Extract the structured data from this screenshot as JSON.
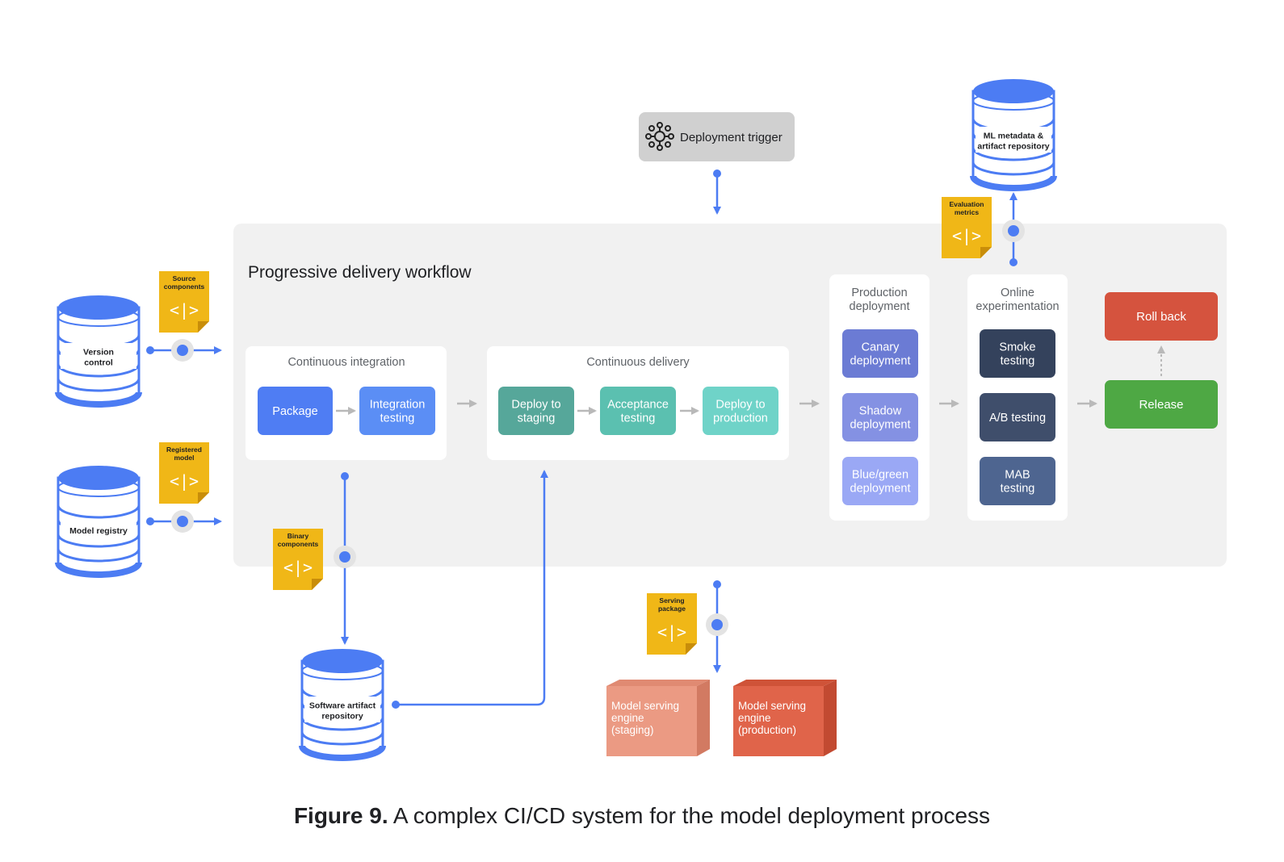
{
  "workflow_title": "Progressive delivery workflow",
  "deployment_trigger": "Deployment trigger",
  "databases": {
    "version_control": [
      "Version",
      "control"
    ],
    "model_registry": [
      "Model registry"
    ],
    "software_artifact": [
      "Software artifact",
      "repository"
    ],
    "ml_metadata": [
      "ML metadata &",
      "artifact repository"
    ]
  },
  "notes": {
    "source": [
      "Source",
      "components"
    ],
    "registered": [
      "Registered",
      "model"
    ],
    "binary": [
      "Binary",
      "components"
    ],
    "evaluation": [
      "Evaluation",
      "metrics"
    ],
    "serving": [
      "Serving",
      "package"
    ],
    "glyph": "<|>"
  },
  "ci": {
    "title": "Continuous integration",
    "package": [
      "Package"
    ],
    "integration": [
      "Integration",
      "testing"
    ]
  },
  "cd": {
    "title": "Continuous delivery",
    "staging": [
      "Deploy to",
      "staging"
    ],
    "acceptance": [
      "Acceptance",
      "testing"
    ],
    "production": [
      "Deploy to",
      "production"
    ]
  },
  "prod": {
    "title": [
      "Production",
      "deployment"
    ],
    "canary": [
      "Canary",
      "deployment"
    ],
    "shadow": [
      "Shadow",
      "deployment"
    ],
    "bluegreen": [
      "Blue/green",
      "deployment"
    ]
  },
  "online": {
    "title": [
      "Online",
      "experimentation"
    ],
    "smoke": [
      "Smoke",
      "testing"
    ],
    "ab": [
      "A/B testing"
    ],
    "mab": [
      "MAB",
      "testing"
    ]
  },
  "rollback": "Roll back",
  "release": "Release",
  "engines": {
    "staging": [
      "Model serving",
      "engine",
      "(staging)"
    ],
    "production": [
      "Model serving",
      "engine",
      "(production)"
    ]
  },
  "caption": {
    "bold": "Figure 9.",
    "text": " A complex CI/CD system for the model deployment process"
  },
  "colors": {
    "blue": "#4c7cf3",
    "package": "#4f7df3",
    "integration": "#5b8ef5",
    "teal_dark": "#56a79a",
    "teal_mid": "#5bc0b0",
    "teal_light": "#6fd3c8",
    "canary": "#6b7bd4",
    "shadow": "#8491e3",
    "bluegreen": "#9aa8f5",
    "smoke": "#34425c",
    "ab": "#3f4e6b",
    "mab": "#4e6590",
    "rollback": "#d5533e",
    "release": "#4ea844",
    "note": "#f0b717",
    "engine_staging": "#eb9a83",
    "engine_production": "#e0644a"
  }
}
